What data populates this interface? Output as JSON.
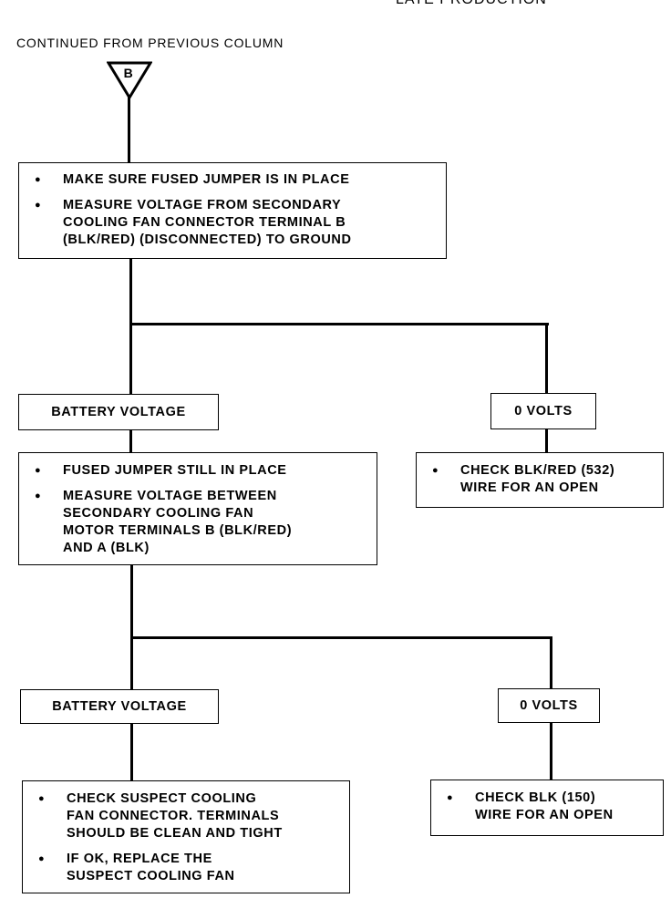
{
  "header": {
    "top_label": "LATE PRODUCTION",
    "continued": "CONTINUED FROM PREVIOUS COLUMN",
    "connector_letter": "B"
  },
  "step1": {
    "items": [
      "MAKE SURE FUSED JUMPER IS IN PLACE",
      "MEASURE VOLTAGE FROM SECONDARY\nCOOLING FAN CONNECTOR TERMINAL B\n(BLK/RED) (DISCONNECTED) TO GROUND"
    ]
  },
  "branch1": {
    "left_label": "BATTERY VOLTAGE",
    "right_label": "0 VOLTS",
    "right_action": "CHECK BLK/RED (532)\nWIRE FOR AN OPEN"
  },
  "step2": {
    "items": [
      "FUSED JUMPER STILL IN PLACE",
      "MEASURE VOLTAGE BETWEEN\nSECONDARY COOLING FAN\nMOTOR TERMINALS B (BLK/RED)\nAND A (BLK)"
    ]
  },
  "branch2": {
    "left_label": "BATTERY VOLTAGE",
    "right_label": "0 VOLTS",
    "right_action": "CHECK BLK (150)\nWIRE FOR AN OPEN"
  },
  "step3": {
    "items": [
      "CHECK SUSPECT COOLING\nFAN CONNECTOR. TERMINALS\nSHOULD BE CLEAN AND TIGHT",
      "IF OK, REPLACE THE\nSUSPECT COOLING FAN"
    ]
  }
}
